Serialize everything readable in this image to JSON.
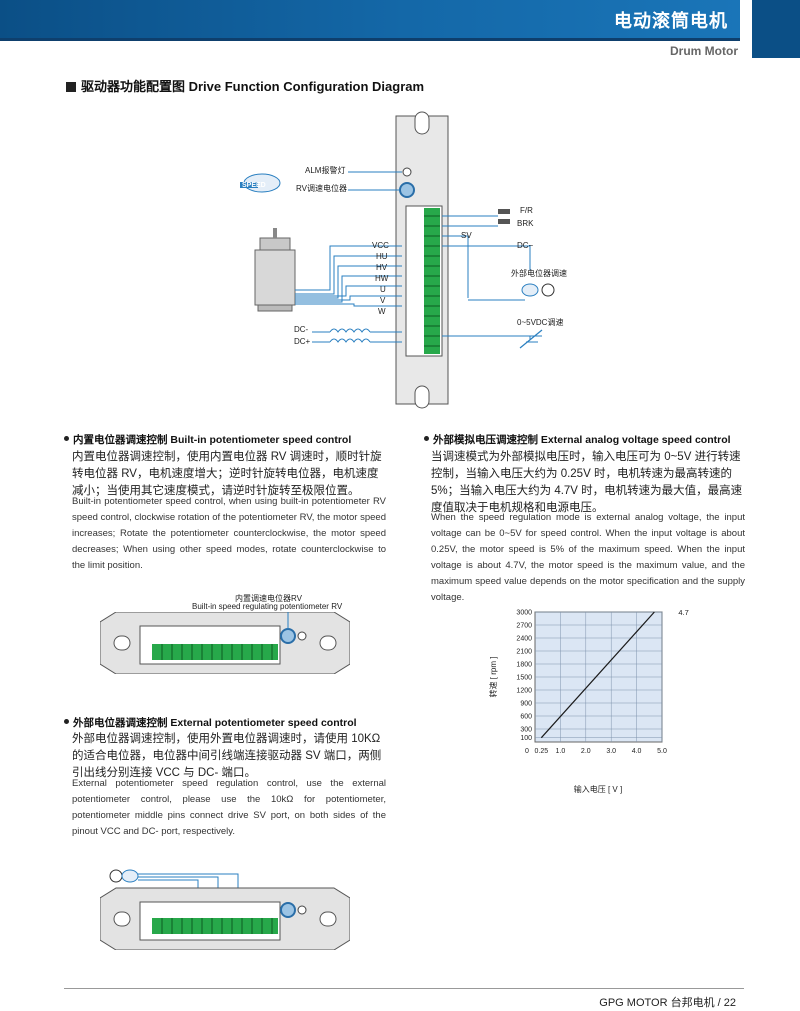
{
  "header": {
    "title": "电动滚筒电机",
    "subtitle": "Drum Motor"
  },
  "section": {
    "heading": "驱动器功能配置图 Drive Function Configuration Diagram"
  },
  "diagram": {
    "left_labels": {
      "alm": "ALM报警灯",
      "rv": "RV调速电位器",
      "speed": "SPEED"
    },
    "pins": [
      "VCC",
      "HU",
      "HV",
      "HW",
      "U",
      "V",
      "W"
    ],
    "dc_left": [
      "DC-",
      "DC+"
    ],
    "right_labels": {
      "fr": "F/R",
      "brk": "BRK",
      "sv": "SV",
      "dcm": "DC−",
      "ext_pot": "外部电位器调速",
      "vdc": "0~5VDC调速"
    }
  },
  "builtin": {
    "heading": "内置电位器调速控制 Built-in potentiometer speed control",
    "zh": "内置电位器调速控制，使用内置电位器 RV 调速时，顺时针旋转电位器 RV，电机速度增大；逆时针旋转电位器，电机速度减小；当使用其它速度模式，请逆时针旋转至极限位置。",
    "en": "Built-in potentiometer speed control, when using built-in potentiometer RV speed control, clockwise rotation of the potentiometer RV, the motor speed increases; Rotate the potentiometer counterclockwise, the motor speed decreases; When using other speed modes, rotate counterclockwise to the limit position.",
    "fig_label_zh": "内置调速电位器RV",
    "fig_label_en": "Built-in speed regulating potentiometer RV"
  },
  "external_pot": {
    "heading": "外部电位器调速控制 External potentiometer speed control",
    "zh": "外部电位器调速控制，使用外置电位器调速时，请使用 10KΩ 的适合电位器，电位器中间引线端连接驱动器 SV 端口，两侧引出线分别连接 VCC 与 DC- 端口。",
    "en": "External potentiometer speed regulation control, use the external potentiometer control, please use the 10kΩ for potentiometer, potentiometer middle pins connect drive SV port, on both sides of the pinout VCC and DC- port, respectively."
  },
  "analog": {
    "heading": "外部模拟电压调速控制 External analog voltage speed control",
    "zh": "当调速模式为外部模拟电压时，输入电压可为 0~5V 进行转速控制，当输入电压大约为 0.25V 时，电机转速为最高转速的 5%；当输入电压大约为 4.7V 时，电机转速为最大值，最高速度值取决于电机规格和电源电压。",
    "en": "When the speed regulation mode is external analog voltage, the input voltage can be 0~5V for speed control. When the input voltage is about 0.25V, the motor speed is 5% of the maximum speed. When the input voltage is about 4.7V, the motor speed is the maximum value, and the maximum speed value depends on the motor specification and the supply voltage."
  },
  "chart_data": {
    "type": "line",
    "x_ticks": [
      "0",
      "0.25",
      "1.0",
      "2.0",
      "3.0",
      "4.0",
      "5.0"
    ],
    "y_ticks": [
      "3000",
      "2700",
      "2400",
      "2100",
      "1800",
      "1500",
      "1200",
      "900",
      "600",
      "300",
      "100"
    ],
    "x_tick_values": [
      0,
      0.25,
      1.0,
      2.0,
      3.0,
      4.0,
      5.0
    ],
    "y_tick_values": [
      3000,
      2700,
      2400,
      2100,
      1800,
      1500,
      1200,
      900,
      600,
      300,
      100
    ],
    "x": [
      0.25,
      4.7
    ],
    "y": [
      100,
      3000
    ],
    "annotation": "4.7",
    "xlabel": "输入电压 [ V ]",
    "ylabel": "转速 [ rpm ]",
    "xlim": [
      0,
      5.0
    ],
    "ylim": [
      0,
      3000
    ],
    "grid": true,
    "colors": {
      "plot_bg": "#dbe6f4",
      "line": "#1a1a1a"
    }
  },
  "footer": {
    "text": "GPG MOTOR 台邦电机  /  22"
  }
}
